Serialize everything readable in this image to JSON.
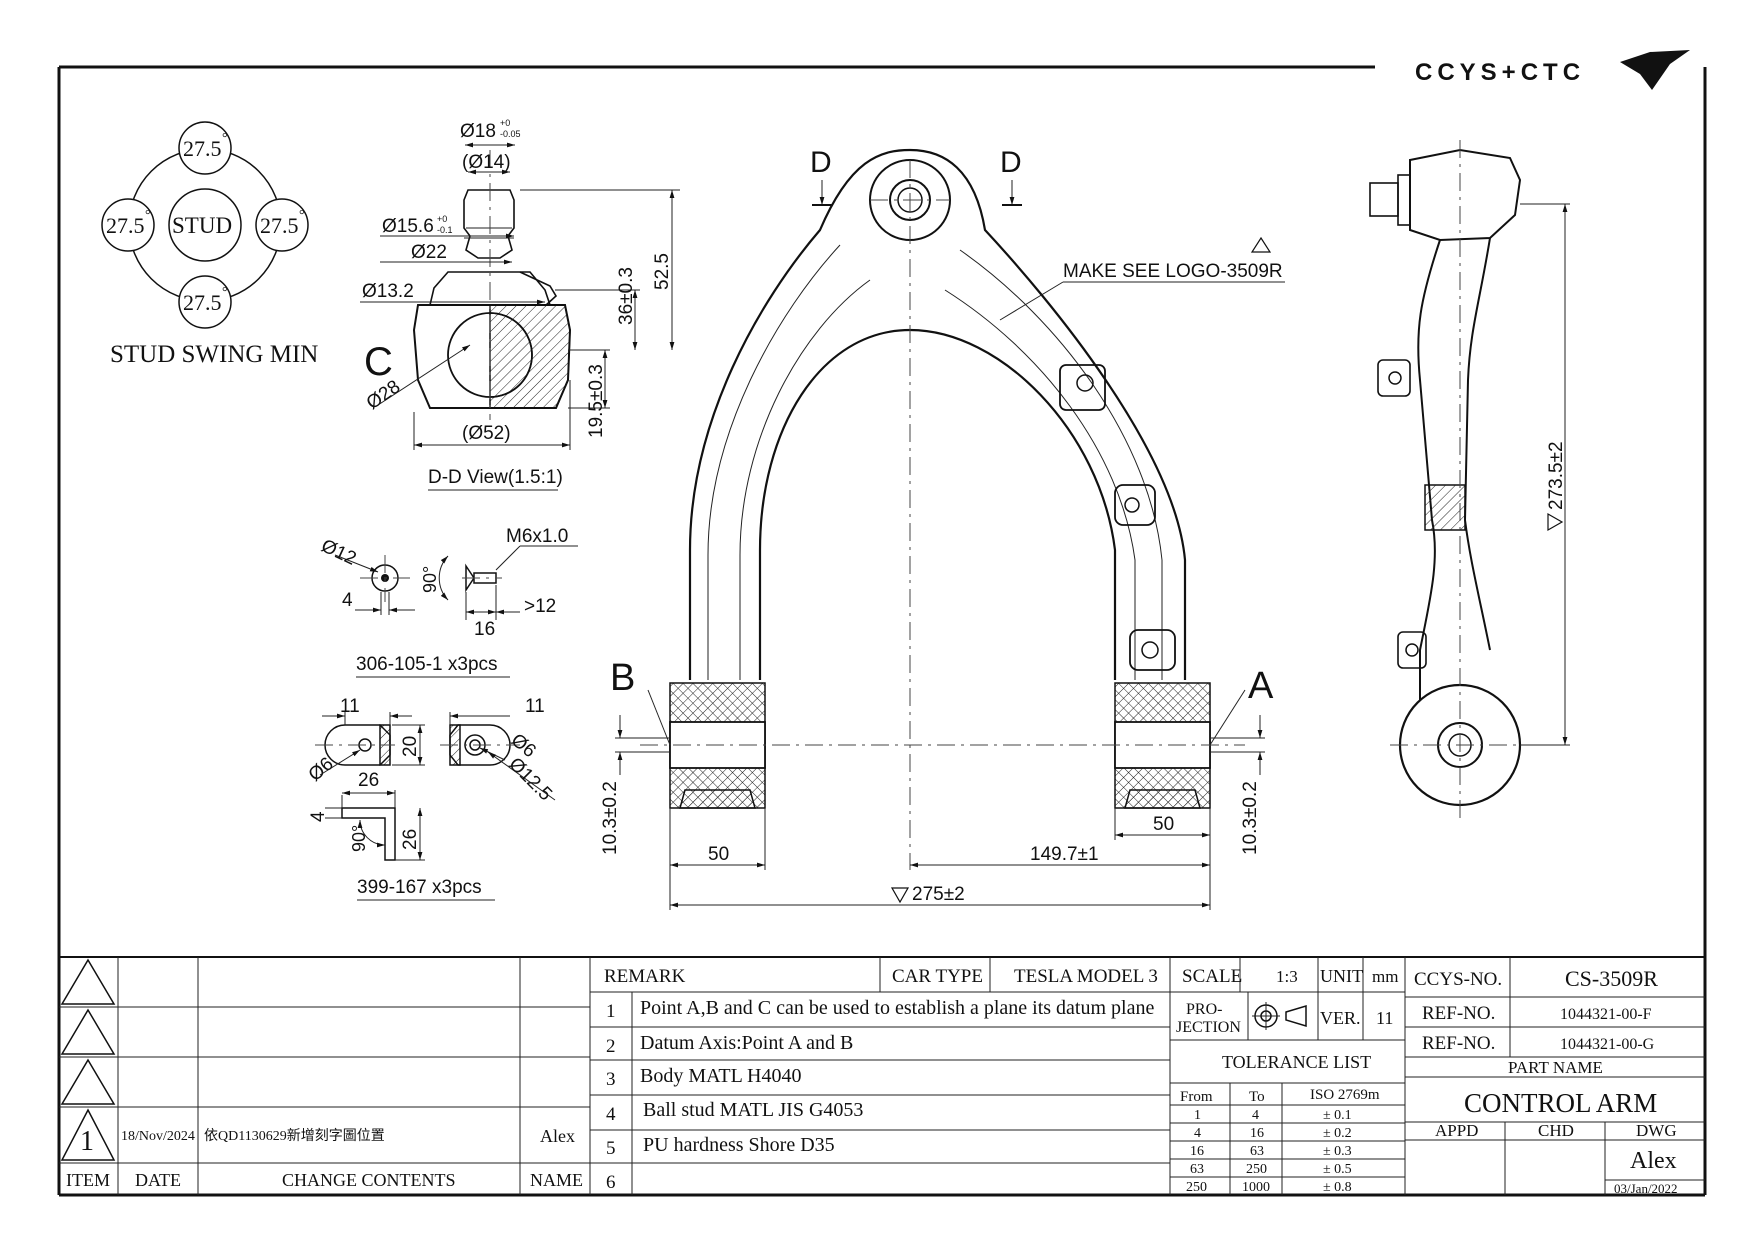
{
  "logo": {
    "text": "CCYS+CTC"
  },
  "stud_swing": {
    "top": "27.5",
    "left": "27.5",
    "right": "27.5",
    "bottom": "27.5",
    "degree_mark": "°",
    "center": "STUD",
    "caption": "STUD SWING MIN"
  },
  "dd_view": {
    "d18": "Ø18",
    "d18_tol_upper": "+0",
    "d18_tol_lower": "-0.05",
    "d14": "(Ø14)",
    "d15_6": "Ø15.6",
    "d15_6_tol_upper": "+0",
    "d15_6_tol_lower": "-0.1",
    "d22": "Ø22",
    "d13_2": "Ø13.2",
    "label_c": "C",
    "d28": "Ø28",
    "d52": "(Ø52)",
    "h36": "36±0.3",
    "h52_5": "52.5",
    "h19_5": "19.5±0.3",
    "caption": "D-D View(1.5:1)"
  },
  "screw_part": {
    "d12": "Ø12",
    "dim4": "4",
    "angle90": "90°",
    "thread": "M6x1.0",
    "dim16": "16",
    "dim_gt12": ">12",
    "caption": "306-105-1 x3pcs"
  },
  "bracket_part": {
    "dim11_left": "11",
    "dim11_right": "11",
    "d6_left": "Ø6",
    "dim20": "20",
    "d6_right": "Ø6",
    "d12_5": "Ø12.5",
    "dim26_top": "26",
    "dim4": "4",
    "angle90": "90°",
    "dim26_side": "26",
    "caption": "399-167 x3pcs"
  },
  "main_view": {
    "section_d_left": "D",
    "section_d_right": "D",
    "note": "MAKE SEE LOGO-3509R",
    "label_b": "B",
    "label_a": "A",
    "dim_left_h": "10.3±0.2",
    "dim_right_h": "10.3±0.2",
    "dim50_left": "50",
    "dim50_right": "50",
    "dim149_7": "149.7±1",
    "dim275": "275±2"
  },
  "side_view": {
    "dim273_5": "273.5±2"
  },
  "revision_table": {
    "rows": [
      {
        "item": "",
        "date": "",
        "contents": "",
        "name": ""
      },
      {
        "item": "",
        "date": "",
        "contents": "",
        "name": ""
      },
      {
        "item": "",
        "date": "",
        "contents": "",
        "name": ""
      },
      {
        "item": "1",
        "date": "18/Nov/2024",
        "contents": "依QD1130629新增刻字圖位置",
        "name": "Alex"
      }
    ],
    "headers": {
      "item": "ITEM",
      "date": "DATE",
      "contents": "CHANGE CONTENTS",
      "name": "NAME"
    }
  },
  "remarks": {
    "header": "REMARK",
    "car_type_label": "CAR TYPE",
    "car_type_value": "TESLA MODEL 3",
    "items": [
      {
        "no": "1",
        "text": "Point A,B and C can be used to establish a plane its datum plane"
      },
      {
        "no": "2",
        "text": "Datum Axis:Point A and B"
      },
      {
        "no": "3",
        "text": "Body MATL H4040"
      },
      {
        "no": "4",
        "text": "Ball stud MATL JIS G4053"
      },
      {
        "no": "5",
        "text": "PU hardness Shore D35"
      },
      {
        "no": "6",
        "text": ""
      }
    ]
  },
  "scale_block": {
    "scale_label": "SCALE",
    "scale_value": "1:3",
    "unit_label": "UNIT",
    "unit_value": "mm",
    "projection_label_1": "PRO-",
    "projection_label_2": "JECTION",
    "ver_label": "VER.",
    "ver_value": "11"
  },
  "tolerance": {
    "title": "TOLERANCE LIST",
    "headers": {
      "from": "From",
      "to": "To",
      "iso": "ISO 2769m"
    },
    "rows": [
      {
        "from": "1",
        "to": "4",
        "tol": "± 0.1"
      },
      {
        "from": "4",
        "to": "16",
        "tol": "± 0.2"
      },
      {
        "from": "16",
        "to": "63",
        "tol": "± 0.3"
      },
      {
        "from": "63",
        "to": "250",
        "tol": "± 0.5"
      },
      {
        "from": "250",
        "to": "1000",
        "tol": "± 0.8"
      }
    ]
  },
  "title_block": {
    "ccys_no_label": "CCYS-NO.",
    "ccys_no_value": "CS-3509R",
    "ref_no_label_1": "REF-NO.",
    "ref_no_value_1": "1044321-00-F",
    "ref_no_label_2": "REF-NO.",
    "ref_no_value_2": "1044321-00-G",
    "part_name_label": "PART NAME",
    "part_name_value": "CONTROL ARM",
    "appd_label": "APPD",
    "chd_label": "CHD",
    "dwg_label": "DWG",
    "dwg_name": "Alex",
    "dwg_date": "03/Jan/2022"
  }
}
